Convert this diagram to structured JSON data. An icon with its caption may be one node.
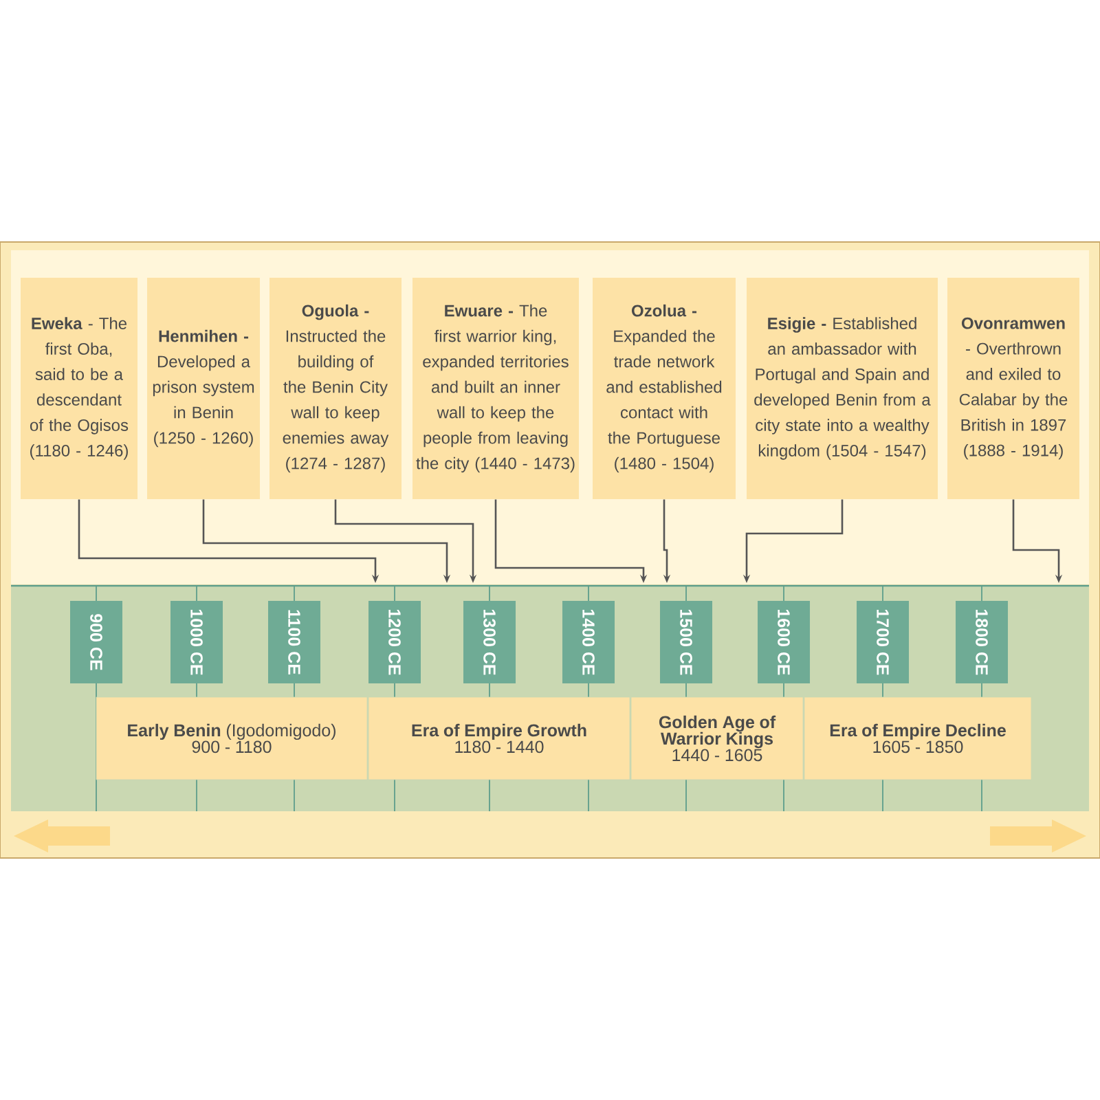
{
  "diagram": {
    "nodes": [
      {
        "text": [
          "**Eweka** - The first Oba, said to be a descendant of the Ogisos (1180 - 1246)"
        ]
      },
      {
        "text": [
          "**Henmihen -** Developed a prison system in Benin (1250 - 1260)"
        ]
      },
      {
        "text": [
          "**Oguola -** Instructed the building of the Benin City wall to keep enemies away (1274 - 1287)"
        ]
      },
      {
        "text": [
          "**Ewuare -** The first warrior king, expanded territories and built an inner wall to keep the people from leaving the city (1440 - 1473)"
        ]
      },
      {
        "text": [
          "**Ozolua -** Expanded the trade network and established contact with the Portuguese (1480 - 1504)"
        ]
      },
      {
        "text": [
          "**Esigie -** Established an ambassador with Portugal and Spain and developed Benin from a city state into a wealthy kingdom (1504 - 1547)"
        ]
      },
      {
        "text": [
          "**Ovonramwen** - Overthrown and exiled to Calabar by the British in 1897 (1888 - 1914)"
        ]
      },
      {
        "text": [
          "900 CE"
        ]
      },
      {
        "text": [
          "1000 CE"
        ]
      },
      {
        "text": [
          "1100 CE"
        ]
      },
      {
        "text": [
          "1200 CE"
        ]
      },
      {
        "text": [
          "1300 CE"
        ]
      },
      {
        "text": [
          "1400 CE"
        ]
      },
      {
        "text": [
          "1500 CE"
        ]
      },
      {
        "text": [
          "1600 CE"
        ]
      },
      {
        "text": [
          "1700 CE"
        ]
      },
      {
        "text": [
          "1800 CE"
        ]
      },
      {
        "text": [
          "**Early Benin** (Igodomigodo)",
          "900 - 1180"
        ]
      },
      {
        "text": [
          "Era of Empire Growth",
          "1180 - 1440"
        ]
      },
      {
        "text": [
          "Golden Age of Warrior Kings",
          "1440 - 1605"
        ]
      },
      {
        "text": [
          "Era of Empire Decline",
          "1605 - 1850"
        ]
      }
    ],
    "edges": [
      {
        "from": 0,
        "to": null,
        "arrow": "to"
      },
      {
        "from": 1,
        "to": null,
        "arrow": "to"
      },
      {
        "from": 2,
        "to": null,
        "arrow": "to"
      },
      {
        "from": 3,
        "to": null,
        "arrow": "to"
      },
      {
        "from": 4,
        "to": null,
        "arrow": "to"
      },
      {
        "from": 5,
        "to": null,
        "arrow": "to"
      },
      {
        "from": 6,
        "to": null,
        "arrow": "to"
      }
    ]
  }
}
